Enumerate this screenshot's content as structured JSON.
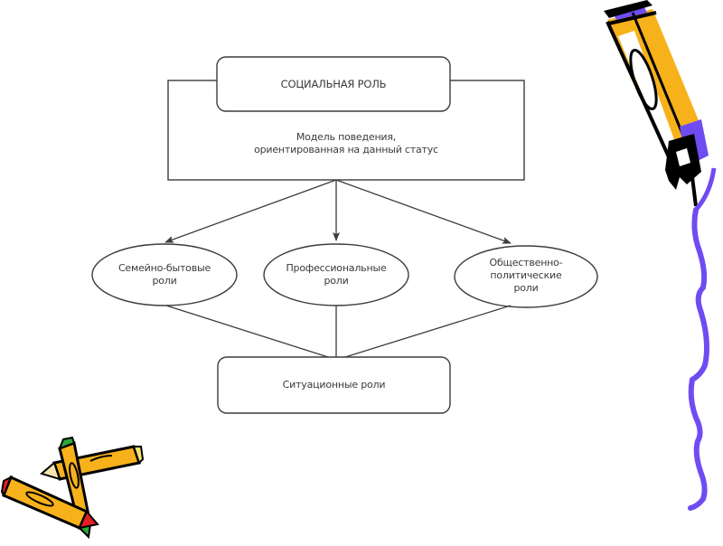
{
  "diagram": {
    "title_box": {
      "label": "СОЦИАЛЬНАЯ РОЛЬ"
    },
    "definition_box": {
      "lines": [
        "Модель поведения,",
        "ориентированная на данный статус"
      ]
    },
    "role_types": [
      {
        "lines": [
          "Семейно-бытовые",
          "роли"
        ]
      },
      {
        "lines": [
          "Профессиональные",
          "роли"
        ]
      },
      {
        "lines": [
          "Общественно-",
          "политические",
          "роли"
        ]
      }
    ],
    "bottom_box": {
      "label": "Ситуационные роли"
    },
    "edges": [
      {
        "from": "definition_box",
        "to": "role_types.0",
        "type": "arrow"
      },
      {
        "from": "definition_box",
        "to": "role_types.1",
        "type": "arrow"
      },
      {
        "from": "definition_box",
        "to": "role_types.2",
        "type": "arrow"
      },
      {
        "from": "role_types.0",
        "to": "bottom_box",
        "type": "line"
      },
      {
        "from": "role_types.1",
        "to": "bottom_box",
        "type": "line"
      },
      {
        "from": "role_types.2",
        "to": "bottom_box",
        "type": "line"
      }
    ]
  },
  "decorations": {
    "pen_icon": "crayon-pen",
    "squiggle_icon": "purple-squiggle",
    "pencils_icon": "crossed-pencils",
    "colors": {
      "line": "#3c3c3c",
      "pen_body": "#F7B21B",
      "pen_accent": "#6F4CF2",
      "pencil_tip_red": "#E31E24",
      "pencil_tip_green": "#2DA83A",
      "ink": "#000000"
    }
  }
}
